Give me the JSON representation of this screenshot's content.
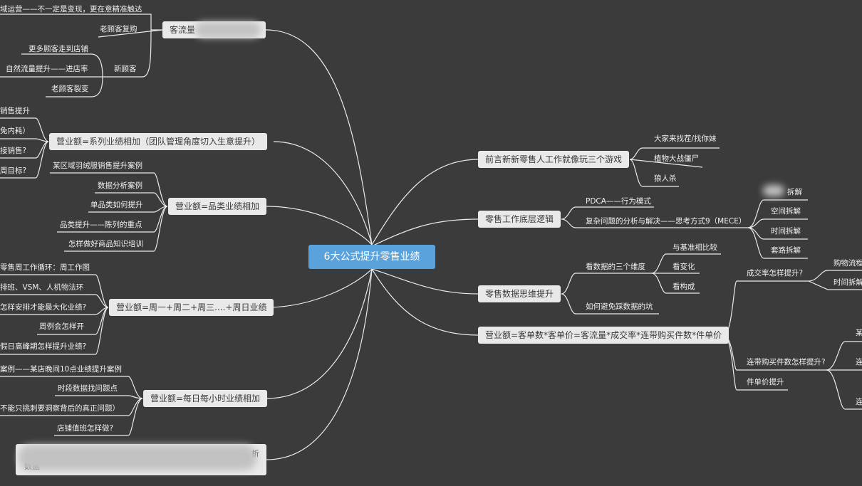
{
  "root": "6大公式提升零售业绩",
  "right": {
    "preface": {
      "label": "前言新新零售人工作就像玩三个游戏",
      "items": [
        "大家来找茬/找你妹",
        "植物大战僵尸",
        "狼人杀"
      ]
    },
    "logic": {
      "label": "零售工作底层逻辑",
      "pdca": "PDCA——行为模式",
      "complex": "复杂问题的分析与解决——思考方式9（MECE）",
      "split": [
        "拆解",
        "空间拆解",
        "时间拆解",
        "套路拆解"
      ]
    },
    "data": {
      "label": "零售数据思维提升",
      "dims": "看数据的三个维度",
      "dim_items": [
        "与基准相比较",
        "看变化",
        "看构成"
      ],
      "pit": "如何避免踩数据的坑"
    },
    "formula": {
      "label": "营业额=客单数*客单价=客流量*成交率*连带购买件数*件单价",
      "conv": "成交率怎样提升?",
      "conv_items": [
        "购物流程",
        "时间拆解"
      ],
      "joint": "连带购买件数怎样提升?",
      "joint_items": [
        "某",
        "连",
        "连"
      ],
      "unit": "件单价提升"
    }
  },
  "left": {
    "traffic": {
      "label": "客流量",
      "top": "域运营——不一定是变现，更在意精准触达",
      "old": "老顾客复购",
      "new": "新顾客",
      "new_items": [
        "更多顾客走到店铺",
        "自然流量提升——进店率",
        "老顾客裂变"
      ]
    },
    "series": {
      "label": "营业额=系列业绩相加（团队管理角度切入生意提升）",
      "items": [
        "销售提升",
        "免内耗）",
        "接销售?",
        "周目标?"
      ]
    },
    "category": {
      "label": "营业额=品类业绩相加",
      "items": [
        "某区域羽绒服销售提升案例",
        "数据分析案例",
        "单品类如何提升",
        "品类提升——陈列的重点",
        "怎样做好商品知识培训"
      ]
    },
    "weekly": {
      "label": "营业额=周一+周二+周三....+周日业绩",
      "items": [
        "零售周工作循环：周工作图",
        "排班、VSM、人机物法环",
        "怎样安排才能最大化业绩?",
        "周例会怎样开",
        "假日高峰期怎样提升业绩?"
      ]
    },
    "hourly": {
      "label": "营业额=每日每小时业绩相加",
      "items": [
        "案例——某店晚间10点业绩提升案例",
        "时段数据找问题点",
        "不能只挑刺要洞察背后的真正问题）",
        "店铺值班怎样做?"
      ]
    },
    "bottom": {
      "label_end": "析",
      "label_line2": "数据"
    }
  }
}
